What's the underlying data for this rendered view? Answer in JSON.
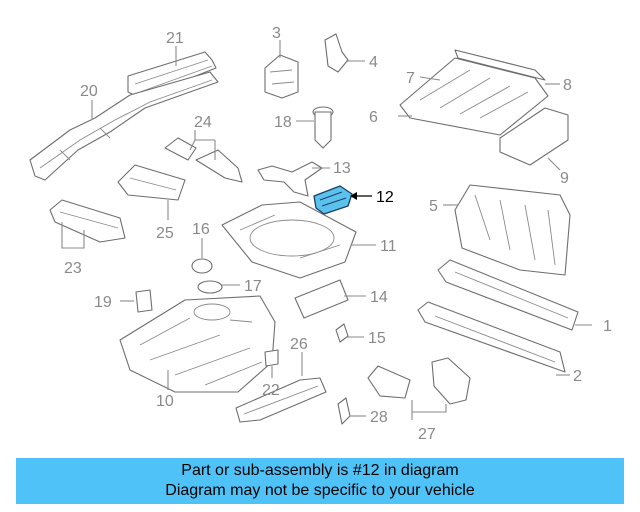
{
  "diagram": {
    "highlight_color": "#5bc2ee",
    "callouts": {
      "c1": "1",
      "c2": "2",
      "c3": "3",
      "c4": "4",
      "c5": "5",
      "c6": "6",
      "c7": "7",
      "c8": "8",
      "c9": "9",
      "c10": "10",
      "c11": "11",
      "c12": "12",
      "c13": "13",
      "c14": "14",
      "c15": "15",
      "c16": "16",
      "c17": "17",
      "c18": "18",
      "c19": "19",
      "c20": "20",
      "c21": "21",
      "c22": "22",
      "c23": "23",
      "c24": "24",
      "c25": "25",
      "c26": "26",
      "c27": "27",
      "c28": "28"
    }
  },
  "banner": {
    "line1": "Part or sub-assembly is #12 in diagram",
    "line2": "Diagram may not be specific to your vehicle",
    "background": "#4fc3f7"
  }
}
